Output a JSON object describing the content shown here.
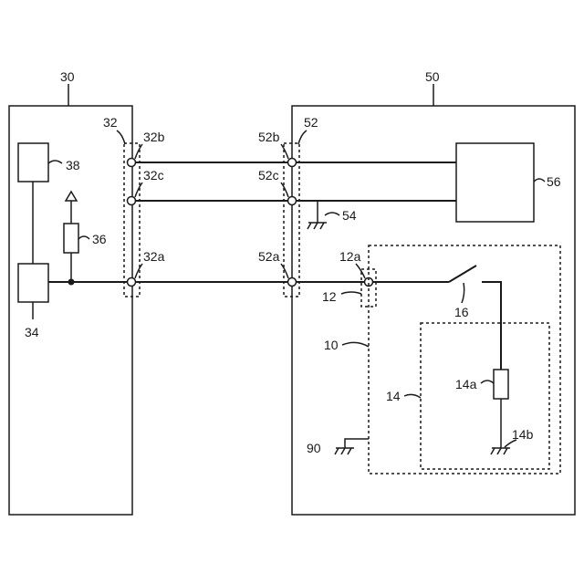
{
  "labels": {
    "device_30": "30",
    "device_50": "50",
    "connector_32": "32",
    "connector_52": "52",
    "block_38": "38",
    "block_34": "34",
    "resistor_36": "36",
    "block_56": "56",
    "ground_54": "54",
    "term_32a": "32a",
    "term_32b": "32b",
    "term_32c": "32c",
    "term_52a": "52a",
    "term_52b": "52b",
    "term_52c": "52c",
    "term_12a": "12a",
    "connector_12": "12",
    "switch_16": "16",
    "module_10": "10",
    "module_14": "14",
    "resistor_14a": "14a",
    "ground_14b": "14b",
    "ground_90": "90"
  }
}
